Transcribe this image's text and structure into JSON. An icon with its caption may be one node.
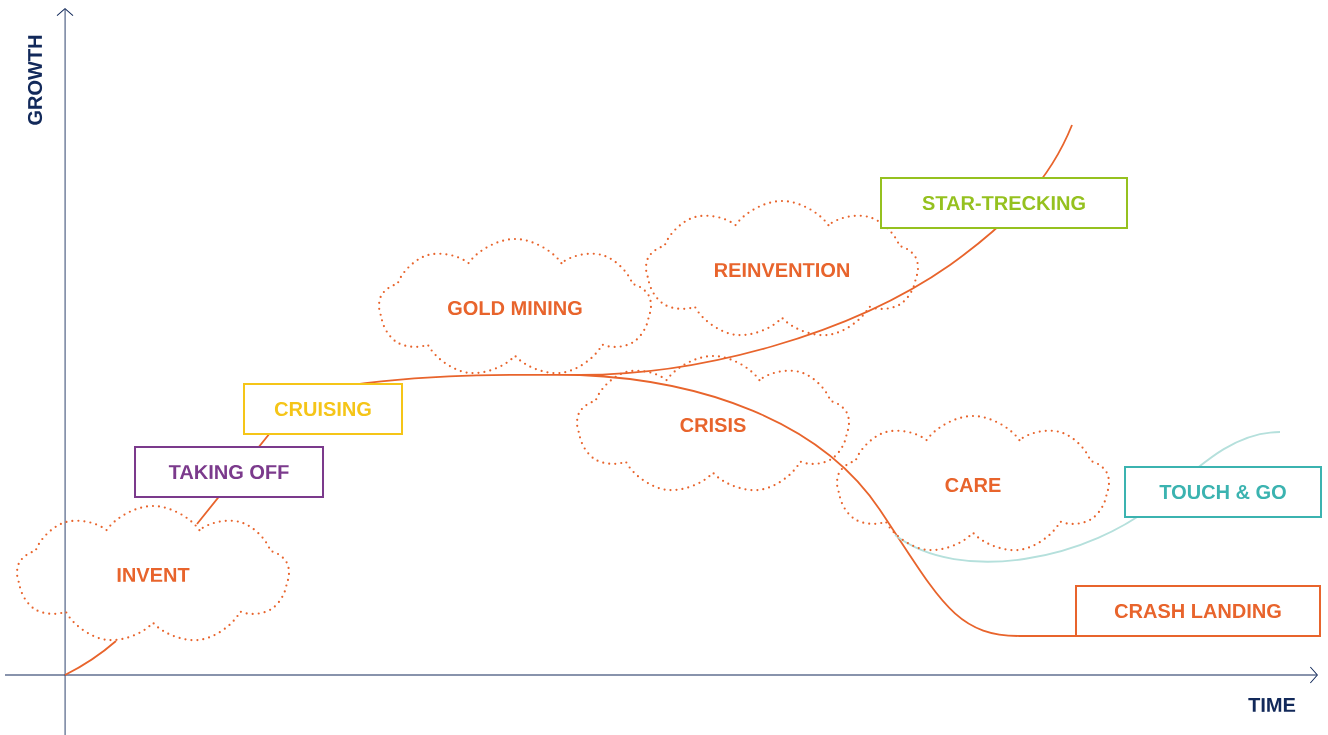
{
  "diagram": {
    "nodes": [
      {
        "text": [
          "INVENT"
        ]
      },
      {
        "text": [
          "TAKING OFF"
        ]
      },
      {
        "text": [
          "CRUISING"
        ]
      },
      {
        "text": [
          "GOLD MINING"
        ]
      },
      {
        "text": [
          "REINVENTION"
        ]
      },
      {
        "text": [
          "STAR-TRECKING"
        ]
      },
      {
        "text": [
          "CRISIS"
        ]
      },
      {
        "text": [
          "CARE"
        ]
      },
      {
        "text": [
          "TOUCH & GO"
        ]
      },
      {
        "text": [
          "CRASH LANDING"
        ]
      }
    ],
    "labels": [
      "GROWTH",
      "TIME"
    ]
  }
}
